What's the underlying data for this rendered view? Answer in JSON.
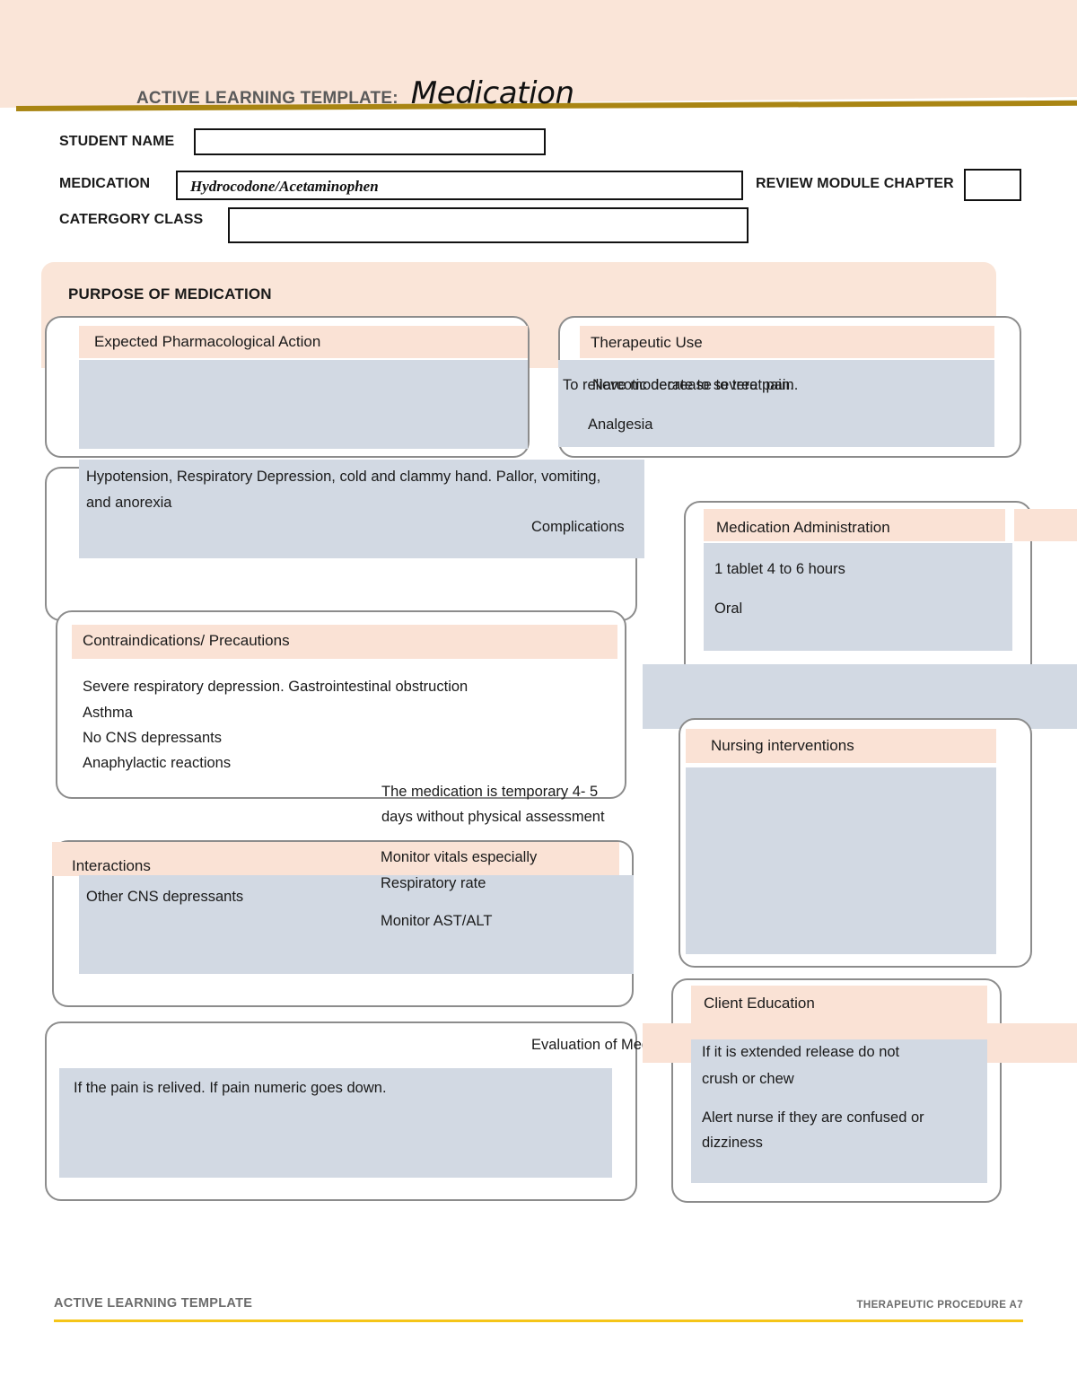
{
  "banner": {
    "template_label": "ACTIVE LEARNING TEMPLATE:",
    "template_type": "Medication",
    "rule_color": "#a98513",
    "background_color": "#fae5d8"
  },
  "form_fields": {
    "student_name_label": "STUDENT NAME",
    "student_name_value": "",
    "medication_label": "MEDICATION",
    "medication_value": "Hydrocodone/Acetaminophen",
    "review_module_label": "REVIEW MODULE CHAPTER",
    "review_module_value": "",
    "category_class_label": "CATERGORY CLASS",
    "category_class_value": ""
  },
  "purpose": {
    "title": "PURPOSE OF MEDICATION",
    "expected_action": {
      "header": "Expected Pharmacological Action",
      "body": ""
    },
    "therapeutic_use": {
      "header": "Therapeutic Use",
      "body_layer_1": "To relieve moderate to severe pain.",
      "body_layer_2": "Narcotic decrease to treat pain.",
      "body_line_2": "Analgesia"
    }
  },
  "complications": {
    "header": "Complications",
    "body": "Hypotension, Respiratory Depression, cold and clammy hand. Pallor, vomiting, and anorexia"
  },
  "contraindications": {
    "header": "Contraindications/ Precautions",
    "lines": [
      "Severe respiratory depression. Gastrointestinal obstruction",
      "Asthma",
      "No CNS depressants",
      "Anaphylactic reactions"
    ]
  },
  "medication_administration": {
    "header": "Medication Administration",
    "lines": [
      "1 tablet 4 to 6 hours",
      "Oral"
    ]
  },
  "nursing_interventions": {
    "header": "Nursing interventions",
    "body": ""
  },
  "interactions": {
    "header": "Interactions",
    "body": "Other CNS depressants"
  },
  "overlay_notes": {
    "duration_note_line_1": "The medication is temporary 4- 5",
    "duration_note_line_2": "days without physical assessment",
    "monitor_line_1": "Monitor vitals especially",
    "monitor_line_2": "Respiratory rate",
    "monitor_line_3": "Monitor AST/ALT"
  },
  "evaluation": {
    "header": "Evaluation of Medication Effectiveness",
    "body": "If the pain is relived. If pain numeric goes down."
  },
  "client_education": {
    "header": "Client Education",
    "line_1": "If it is extended release do not",
    "line_2": "crush or chew",
    "line_3": "Alert nurse if they are confused or",
    "line_4": "dizziness"
  },
  "footer": {
    "left": "ACTIVE LEARNING TEMPLATE",
    "right": "THERAPEUTIC PROCEDURE    A7",
    "rule_color": "#f5c518"
  },
  "palette": {
    "banner_peach": "#fae5d8",
    "strip_peach": "#fae2d5",
    "body_bluegrey": "#d2d9e3",
    "card_border": "#8c8c8c",
    "text": "#1a1a1a"
  }
}
